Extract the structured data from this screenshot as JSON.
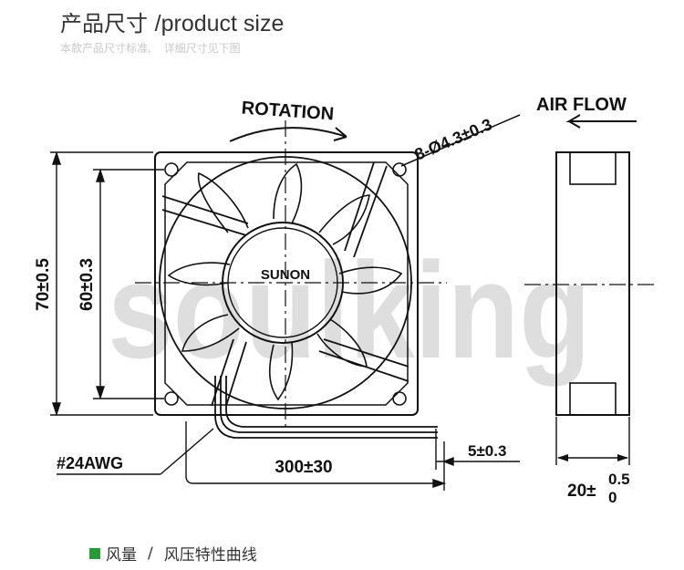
{
  "header": {
    "title_cn": "产品尺寸",
    "title_en": "/product size",
    "subtitle_a": "本款产品尺寸标准,",
    "subtitle_b": "详细尺寸见下图"
  },
  "drawing": {
    "rotation_label": "ROTATION",
    "airflow_label": "AIR FLOW",
    "hole_spec": "8-Ø4.3±0.3",
    "brand": "SUNON",
    "watermark": "soulking",
    "dim_outer": "70±0.5",
    "dim_hole_pitch": "60±0.3",
    "wire_gauge": "#24AWG",
    "wire_length": "300±30",
    "wire_strip": "5±0.3",
    "thickness_base": "20±",
    "thickness_upper": "0.5",
    "thickness_lower": "0"
  },
  "legend": {
    "left": "风量",
    "separator": "/",
    "right": "风压特性曲线"
  },
  "colors": {
    "line": "#111111",
    "watermark": "#d9d9d9",
    "legend_square": "#2a9a3a"
  }
}
